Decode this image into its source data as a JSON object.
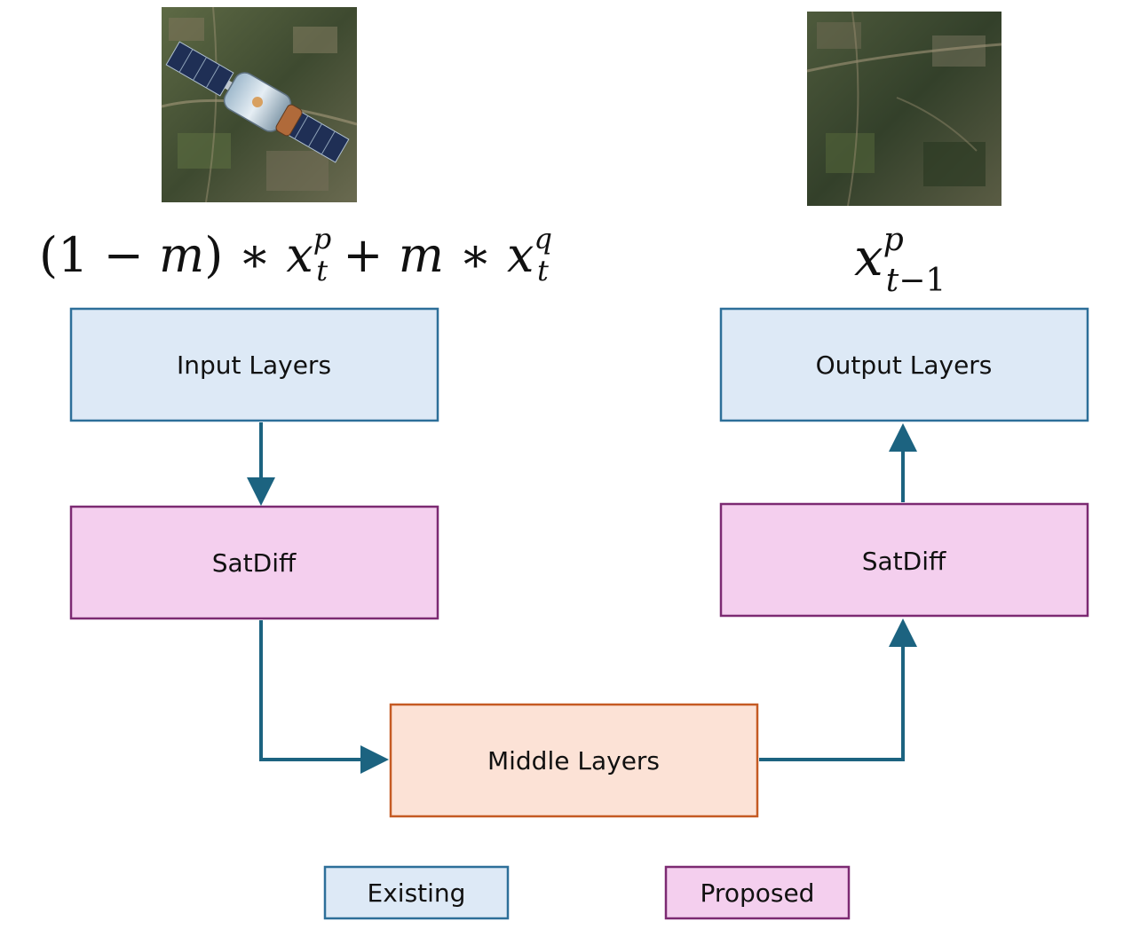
{
  "colors": {
    "existing_fill": "#dde9f6",
    "existing_stroke": "#2d6f99",
    "proposed_fill": "#f4cfee",
    "proposed_stroke": "#7c2a72",
    "middle_fill": "#fce2d6",
    "middle_stroke": "#c55a23",
    "arrow": "#1c6380"
  },
  "images": {
    "input": "satellite-over-aerial-terrain-image",
    "output": "aerial-terrain-image"
  },
  "formulas": {
    "input": "(1 − m) ∗ x_t^p + m ∗ x_t^q",
    "output": "x_{t−1}^p"
  },
  "boxes": {
    "input_layers": "Input Layers",
    "satdiff_left": "SatDiff",
    "middle_layers": "Middle Layers",
    "satdiff_right": "SatDiff",
    "output_layers": "Output Layers"
  },
  "legend": {
    "existing": "Existing",
    "proposed": "Proposed"
  }
}
